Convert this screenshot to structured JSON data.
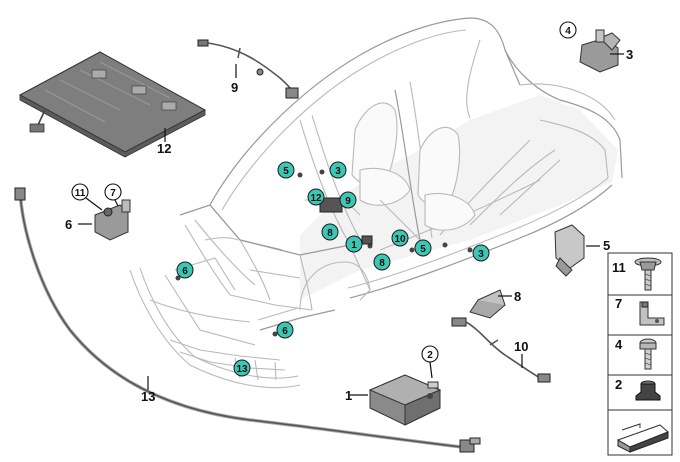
{
  "diagram": {
    "callouts": [
      {
        "id": "c1",
        "label": "1"
      },
      {
        "id": "c3",
        "label": "3"
      },
      {
        "id": "c4",
        "label": "4"
      },
      {
        "id": "c5",
        "label": "5"
      },
      {
        "id": "c6",
        "label": "6"
      },
      {
        "id": "c7",
        "label": "7"
      },
      {
        "id": "c8",
        "label": "8"
      },
      {
        "id": "c9",
        "label": "9"
      },
      {
        "id": "c10",
        "label": "10"
      },
      {
        "id": "c11",
        "label": "11"
      },
      {
        "id": "c12",
        "label": "12"
      },
      {
        "id": "c13",
        "label": "13"
      },
      {
        "id": "c2",
        "label": "2"
      }
    ],
    "markers": [
      {
        "id": "m5a",
        "label": "5"
      },
      {
        "id": "m3a",
        "label": "3"
      },
      {
        "id": "m12",
        "label": "12"
      },
      {
        "id": "m9",
        "label": "9"
      },
      {
        "id": "m8a",
        "label": "8"
      },
      {
        "id": "m1",
        "label": "1"
      },
      {
        "id": "m10",
        "label": "10"
      },
      {
        "id": "m5b",
        "label": "5"
      },
      {
        "id": "m3b",
        "label": "3"
      },
      {
        "id": "m8b",
        "label": "8"
      },
      {
        "id": "m6a",
        "label": "6"
      },
      {
        "id": "m6b",
        "label": "6"
      },
      {
        "id": "m13",
        "label": "13"
      }
    ],
    "legend": [
      {
        "label": "11",
        "icon": "torx-flange-screw-icon"
      },
      {
        "label": "7",
        "icon": "mounting-bracket-nut-icon"
      },
      {
        "label": "4",
        "icon": "torx-screw-icon"
      },
      {
        "label": "2",
        "icon": "hex-collar-nut-icon"
      }
    ],
    "colors": {
      "marker": "#3cc7b4",
      "body": "#b9b9b9",
      "part": "#8c8c8c"
    }
  }
}
